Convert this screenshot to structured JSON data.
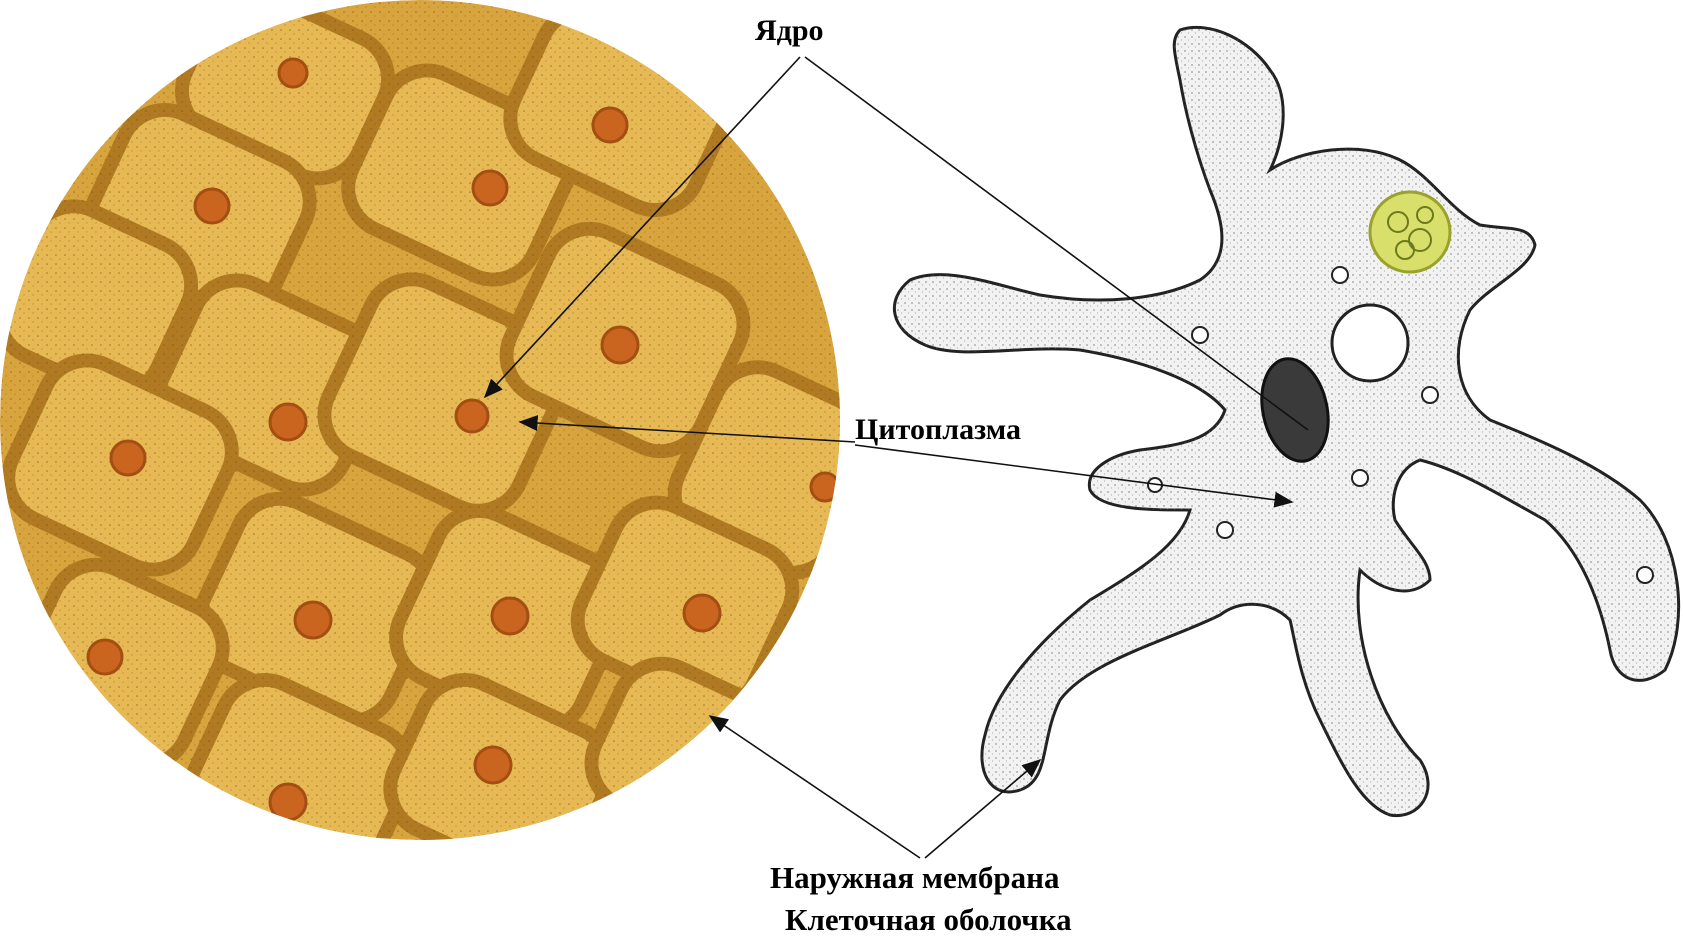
{
  "labels": {
    "nucleus": "Ядро",
    "cytoplasm": "Цитоплазма",
    "membrane": "Наружная мембрана",
    "cell_wall": "Клеточная оболочка"
  },
  "colors": {
    "plant_cell_fill": "#e0b24c",
    "plant_cell_wall": "#b8862a",
    "plant_nucleus": "#c9651e",
    "amoeba_outline": "#222222",
    "amoeba_fill": "#f2f2f2",
    "amoeba_nucleus": "#3a3a3a",
    "food_vacuole": "#d8df6a",
    "arrow": "#111111"
  }
}
